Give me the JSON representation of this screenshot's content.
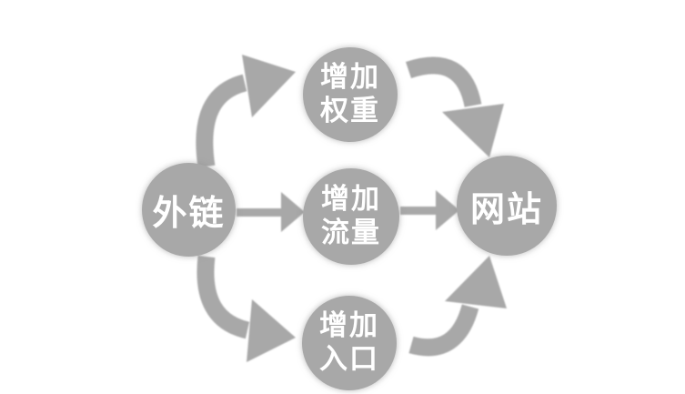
{
  "diagram": {
    "type": "flow-diagram",
    "background_color": "#ffffff",
    "node_color": "#a8a8a8",
    "arrow_color": "#a8a8a8",
    "text_color": "#ffffff",
    "nodes": {
      "source": {
        "label": "外链"
      },
      "weight": {
        "line1": "增加",
        "line2": "权重"
      },
      "traffic": {
        "line1": "增加",
        "line2": "流量"
      },
      "entry": {
        "line1": "增加",
        "line2": "入口"
      },
      "target": {
        "label": "网站"
      }
    },
    "edges": [
      {
        "from": "外链",
        "to": "增加权重"
      },
      {
        "from": "外链",
        "to": "增加流量"
      },
      {
        "from": "外链",
        "to": "增加入口"
      },
      {
        "from": "增加权重",
        "to": "网站"
      },
      {
        "from": "增加流量",
        "to": "网站"
      },
      {
        "from": "增加入口",
        "to": "网站"
      }
    ]
  }
}
